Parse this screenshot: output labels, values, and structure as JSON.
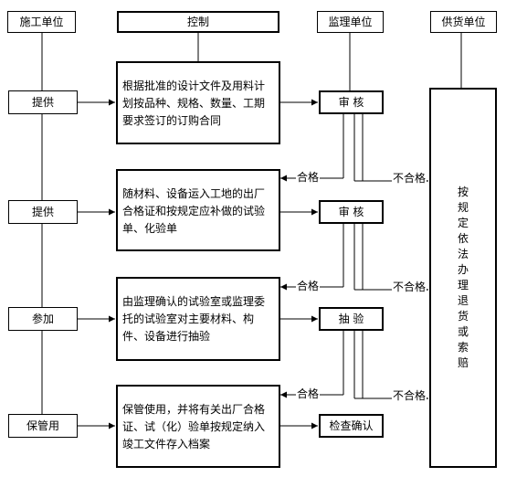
{
  "headers": {
    "contractor": "施工单位",
    "control": "控制",
    "supervisor": "监理单位",
    "supplier": "供货单位"
  },
  "contractor_steps": [
    "提供",
    "提供",
    "参加",
    "保管用"
  ],
  "process_steps": [
    "根据批准的设计文件及用料计划按品种、规格、数量、工期要求签订的订购合同",
    "随材料、设备运入工地的出厂合格证和按规定应补做的试验单、化验单",
    "由监理确认的试验室或监理委托的试验室对主要材料、构件、设备进行抽验",
    "保管使用，并将有关出厂合格证、试（化）验单按规定纳入竣工文件存入档案"
  ],
  "supervisor_steps": [
    "审  核",
    "审  核",
    "抽  验",
    "检查确认"
  ],
  "pass_label": "合格",
  "fail_label": "不合格",
  "supplier_action": [
    "按",
    "规",
    "定",
    "依",
    "法",
    "办",
    "理",
    "退",
    "货",
    "或",
    "索",
    "赔"
  ]
}
